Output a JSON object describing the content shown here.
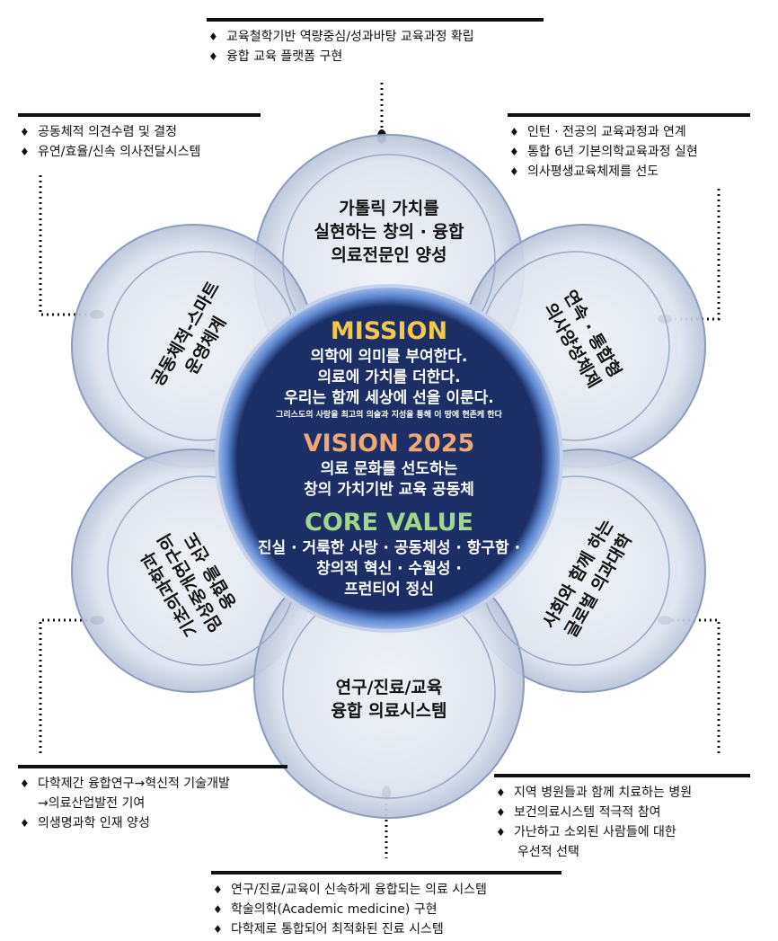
{
  "colors": {
    "center": "#1b2f66",
    "mission": "#f3c84a",
    "vision": "#f0a875",
    "core": "#9fd88a",
    "petal": "#dfe4ee"
  },
  "center": {
    "mission_title": "MISSION",
    "mission_lines": [
      "의학에 의미를 부여한다.",
      "의료에 가치를 더한다.",
      "우리는 함께 세상에 선을 이룬다."
    ],
    "mission_sub": "그리스도의 사랑을 최고의 의술과 지성을 통해 이 땅에 현존케 한다",
    "vision_title": "VISION 2025",
    "vision_lines": [
      "의료 문화를 선도하는",
      "창의 가치기반 교육 공동체"
    ],
    "core_title": "CORE VALUE",
    "core_lines": [
      "진실 · 거룩한 사랑 · 공동체성 · 항구함 ·",
      "창의적 혁신 · 수월성 ·",
      "프런티어 정신"
    ]
  },
  "petals": {
    "top": [
      "가톨릭 가치를",
      "실현하는 창의 · 융합",
      "의료전문인 양성"
    ],
    "upper_right": [
      "연속 · 통합형",
      "의사양성체제"
    ],
    "lower_right": [
      "사회와 함께 하는",
      "글로벌 의과대학"
    ],
    "bottom": [
      "연구/진료/교육",
      "융합 의료시스템"
    ],
    "lower_left": [
      "기초의과학과",
      "임상중개연구의",
      "융합을 선도"
    ],
    "upper_left": [
      "공동체적-스마트",
      "운영체계"
    ]
  },
  "boxes": {
    "bullet": "♦",
    "top": [
      "교육철학기반 역량중심/성과바탕 교육과정 확립",
      "융합 교육 플랫폼 구현"
    ],
    "upper_left": [
      "공동체적 의견수렴 및 결정",
      "유연/효율/신속 의사전달시스템"
    ],
    "upper_right": [
      "인턴 · 전공의 교육과정과 연계",
      "통합 6년 기본의학교육과정 실현",
      "의사평생교육체제를 선도"
    ],
    "lower_left": [
      "다학제간 융합연구→혁신적 기술개발",
      "→의료산업발전 기여",
      "의생명과학 인재 양성"
    ],
    "lower_right": [
      "지역 병원들과 함께 치료하는 병원",
      "보건의료시스템 적극적 참여",
      "가난하고 소외된 사람들에 대한",
      "우선적 선택"
    ],
    "bottom": [
      "연구/진료/교육이 신속하게 융합되는 의료 시스템",
      "학술의학(Academic medicine) 구현",
      "다학제로 통합되어 최적화된 진료 시스템"
    ]
  }
}
